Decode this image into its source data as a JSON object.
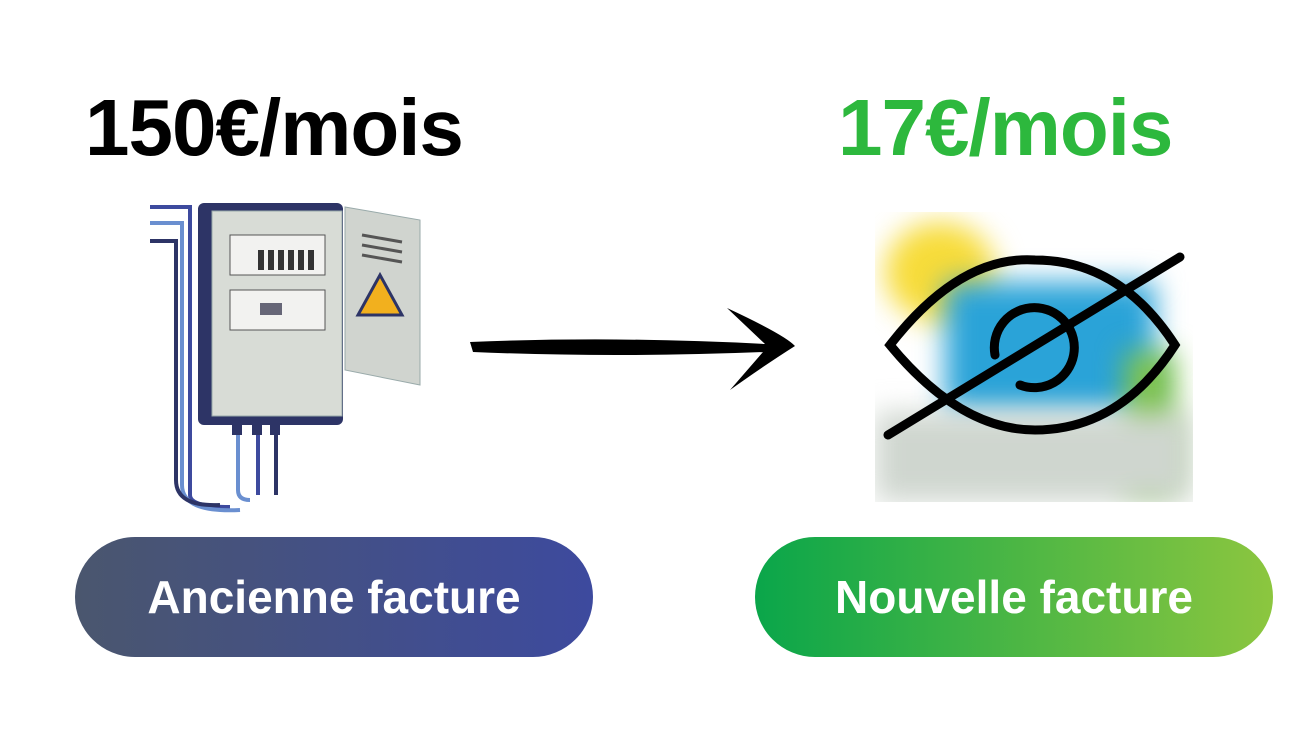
{
  "old": {
    "price": "150€/mois",
    "label": "Ancienne facture"
  },
  "new": {
    "price": "17€/mois",
    "label": "Nouvelle facture"
  },
  "icons": [
    "electrical-panel-icon",
    "arrow-right-icon",
    "eye-slash-icon"
  ],
  "colors": {
    "old_price": "#000000",
    "new_price": "#2db83d",
    "old_pill_start": "#4a566e",
    "old_pill_end": "#3d4a9e",
    "new_pill_start": "#0aa64a",
    "new_pill_end": "#8cc63f"
  }
}
